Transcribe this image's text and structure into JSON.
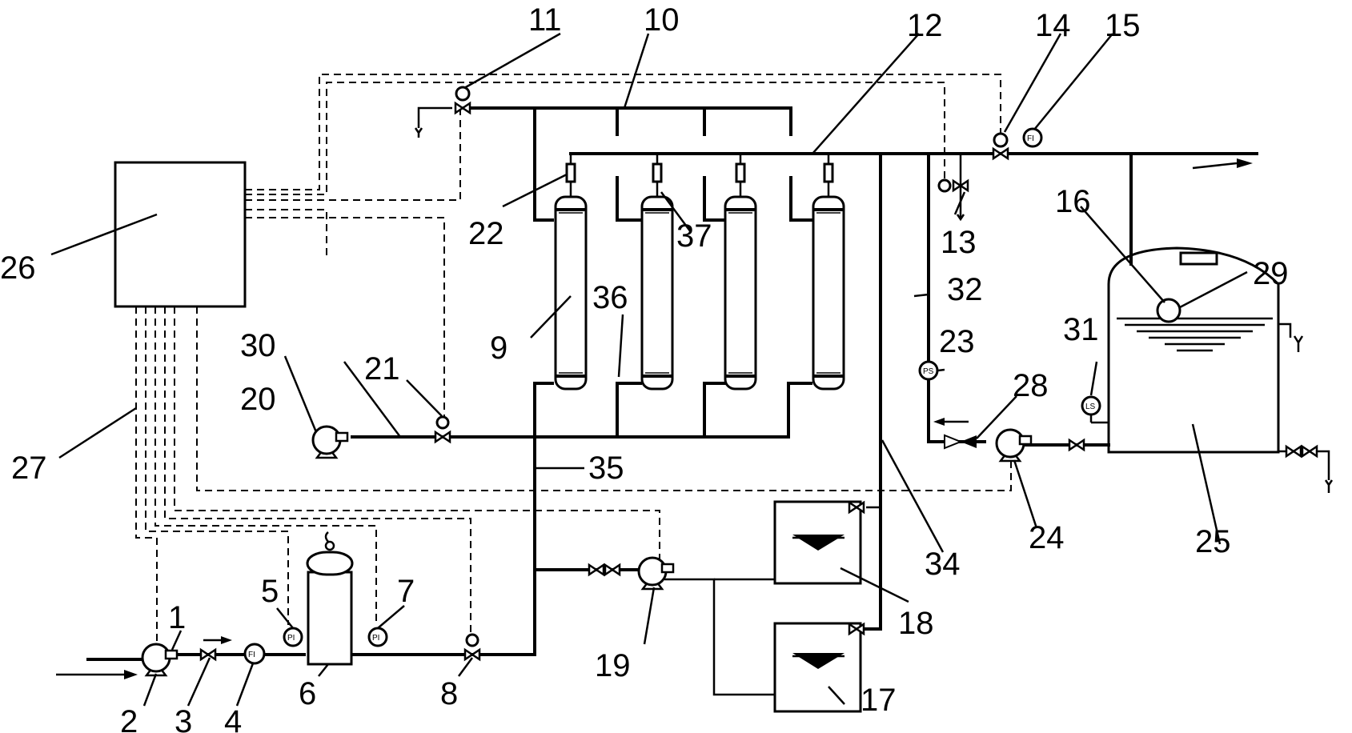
{
  "labels": {
    "n1": "1",
    "n2": "2",
    "n3": "3",
    "n4": "4",
    "n5": "5",
    "n6": "6",
    "n7": "7",
    "n8": "8",
    "n9": "9",
    "n10": "10",
    "n11": "11",
    "n12": "12",
    "n13": "13",
    "n14": "14",
    "n15": "15",
    "n16": "16",
    "n17": "17",
    "n18": "18",
    "n19": "19",
    "n20": "20",
    "n21": "21",
    "n22": "22",
    "n23": "23",
    "n24": "24",
    "n25": "25",
    "n26": "26",
    "n27": "27",
    "n28": "28",
    "n29": "29",
    "n30": "30",
    "n31": "31",
    "n32": "32",
    "n34": "34",
    "n35": "35",
    "n36": "36",
    "n37": "37"
  },
  "instrument_tags": {
    "fi": "FI",
    "pi": "PI",
    "fi2": "FI",
    "pi2": "PI",
    "ps": "PS",
    "ls": "LS"
  },
  "symbols": {
    "valve": "valve-icon",
    "pump": "pump-icon",
    "gauge": "gauge-icon",
    "membrane": "membrane-module-icon",
    "tank": "tank-icon",
    "drain": "drain-icon"
  }
}
